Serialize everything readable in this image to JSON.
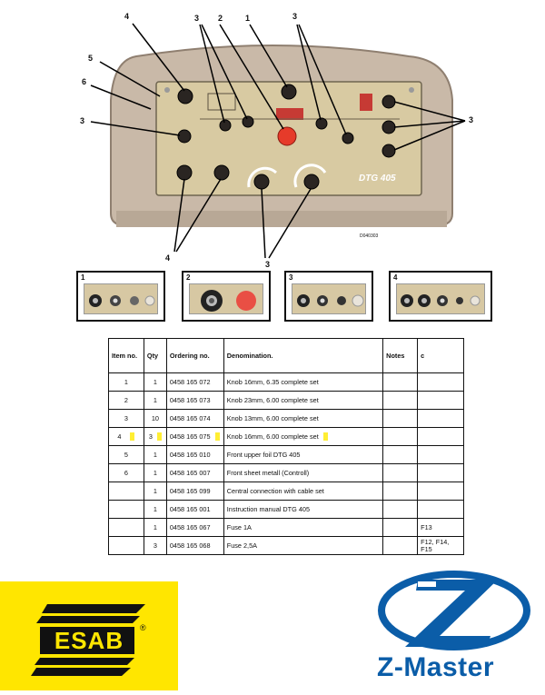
{
  "diagram": {
    "callouts": [
      "4",
      "3",
      "2",
      "1",
      "3",
      "5",
      "6",
      "3",
      "3",
      "4",
      "3"
    ],
    "panel_model": "DTG 405",
    "drawing_code": "D040303"
  },
  "details": [
    {
      "label": "1"
    },
    {
      "label": "2"
    },
    {
      "label": "3"
    },
    {
      "label": "4"
    }
  ],
  "table": {
    "headers": [
      "Item no.",
      "Qty",
      "Ordering no.",
      "Denomination.",
      "Notes",
      "c"
    ],
    "rows": [
      {
        "item": "1",
        "qty": "1",
        "ordering": "0458 165 072",
        "denomination": "Knob 16mm, 6.35 complete set",
        "notes": "",
        "c": "",
        "highlight": false
      },
      {
        "item": "2",
        "qty": "1",
        "ordering": "0458 165 073",
        "denomination": "Knob 23mm, 6.00 complete set",
        "notes": "",
        "c": "",
        "highlight": false
      },
      {
        "item": "3",
        "qty": "10",
        "ordering": "0458 165 074",
        "denomination": "Knob 13mm, 6.00 complete set",
        "notes": "",
        "c": "",
        "highlight": false
      },
      {
        "item": "4",
        "qty": "3",
        "ordering": "0458 165 075",
        "denomination": "Knob 16mm, 6.00 complete set",
        "notes": "",
        "c": "",
        "highlight": true
      },
      {
        "item": "5",
        "qty": "1",
        "ordering": "0458 165 010",
        "denomination": "Front upper foil DTG 405",
        "notes": "",
        "c": "",
        "highlight": false
      },
      {
        "item": "6",
        "qty": "1",
        "ordering": "0458 165 007",
        "denomination": "Front sheet metall (Controll)",
        "notes": "",
        "c": "",
        "highlight": false
      },
      {
        "item": "",
        "qty": "1",
        "ordering": "0458 165 099",
        "denomination": "Central connection with cable set",
        "notes": "",
        "c": "",
        "highlight": false
      },
      {
        "item": "",
        "qty": "1",
        "ordering": "0458 165 001",
        "denomination": "Instruction manual DTG 405",
        "notes": "",
        "c": "",
        "highlight": false
      },
      {
        "item": "",
        "qty": "1",
        "ordering": "0458 165 067",
        "denomination": "Fuse 1A",
        "notes": "",
        "c": "F13",
        "highlight": false
      },
      {
        "item": "",
        "qty": "3",
        "ordering": "0458 165 068",
        "denomination": "Fuse 2,5A",
        "notes": "",
        "c": "F12, F14,\nF15",
        "highlight": false
      }
    ]
  },
  "logos": {
    "esab": {
      "text": "ESAB",
      "mark": "®",
      "colors": {
        "bg": "#ffe600",
        "fg": "#111111"
      }
    },
    "zmaster": {
      "text": "Z-Master",
      "colors": {
        "fg": "#0b5da8"
      }
    }
  }
}
